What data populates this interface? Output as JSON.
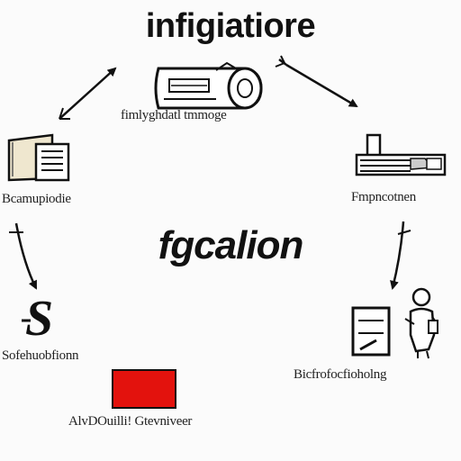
{
  "diagram": {
    "title": "infigiatiore",
    "center_title": "fgcalion",
    "nodes": [
      {
        "id": "top",
        "label": "fimlyghdatl tmmoge",
        "icon": "cylinder-icon"
      },
      {
        "id": "top-left",
        "label": "Bcamupiodie",
        "icon": "document-box-icon"
      },
      {
        "id": "top-right",
        "label": "Fmpncotnen",
        "icon": "machine-icon"
      },
      {
        "id": "left",
        "label": "Sofehuobfionn",
        "icon": "s-symbol-icon"
      },
      {
        "id": "bottom-right",
        "label": "Bicfrofocfioholng",
        "icon": "person-board-icon"
      },
      {
        "id": "bottom",
        "label": "AlvDOuilli! Gtevniveer",
        "icon": "red-box-icon"
      }
    ]
  },
  "colors": {
    "ink": "#111111",
    "accent_red": "#e3120d",
    "background": "#fbfbfb"
  }
}
